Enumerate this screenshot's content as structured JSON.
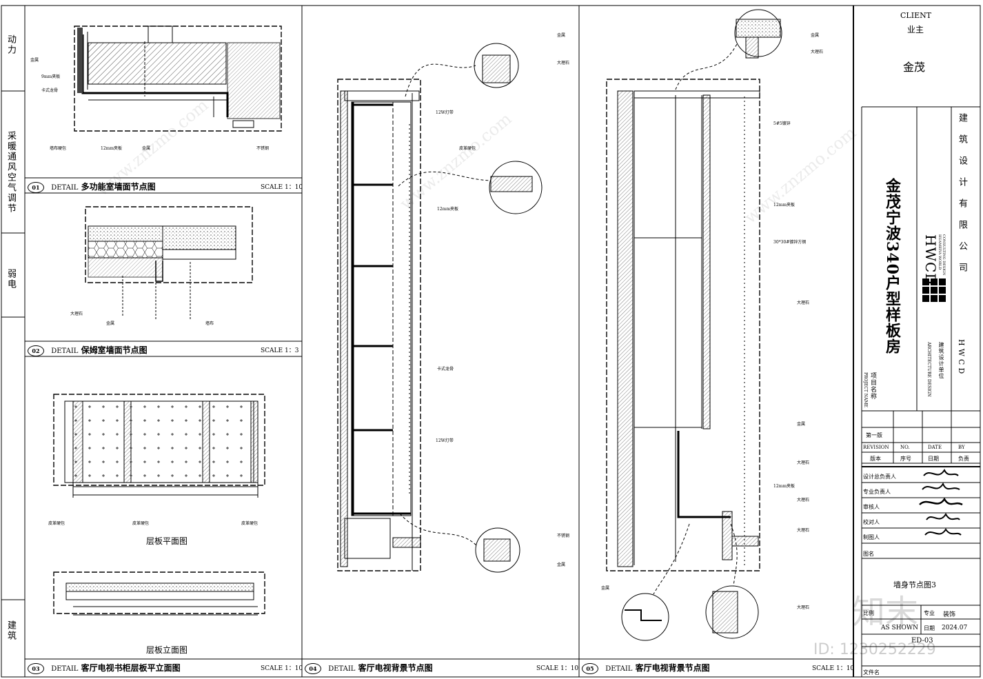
{
  "client": {
    "label_en": "CLIENT",
    "label_cn": "业主",
    "name": "金茂"
  },
  "project": {
    "title": "金茂宁波340户型样板房",
    "name_label_en": "PROJECT NAME",
    "name_label_cn": "项目名称"
  },
  "company": {
    "logo_text": "HWCD",
    "sub1": "HUAMEIYA WORLD",
    "sub2": "CONSULTING DESIGN",
    "vertical_name": "建筑设计有限公司",
    "unit_en": "ARCHITECTURE DESIGN",
    "unit_cn": "建筑设计单位",
    "vertical_brand": "HWCD"
  },
  "revision": {
    "first": "第一版",
    "labels_en": [
      "REVISION",
      "NO.",
      "DATE",
      "BY"
    ],
    "labels_cn": [
      "版本",
      "序号",
      "日期",
      "负责"
    ]
  },
  "signatures": [
    "设计总负责人",
    "专业负责人",
    "审核人",
    "校对人",
    "制图人"
  ],
  "drawing": {
    "name_label": "图名",
    "name": "墙身节点图3",
    "scale_label": "比例",
    "scale_value": "AS SHOWN",
    "category_label": "专业",
    "category_value": "装饰",
    "date_label": "日期",
    "date_value": "2024.07",
    "number": "ED-03",
    "doc_label": "文件名"
  },
  "disciplines": [
    "动力",
    "采暖通风空气调节",
    "弱电",
    "建筑"
  ],
  "details": [
    {
      "num": "01",
      "prefix": "DETAIL",
      "title": "多功能室墙面节点图",
      "scale_label": "SCALE",
      "scale": "1：10"
    },
    {
      "num": "02",
      "prefix": "DETAIL",
      "title": "保姆室墙面节点图",
      "scale_label": "SCALE",
      "scale": "1：3"
    },
    {
      "num": "03",
      "prefix": "DETAIL",
      "title": "客厅电视书柜层板平立面图",
      "scale_label": "SCALE",
      "scale": "1：10"
    },
    {
      "num": "04",
      "prefix": "DETAIL",
      "title": "客厅电视背景节点图",
      "scale_label": "SCALE",
      "scale": "1：10"
    },
    {
      "num": "05",
      "prefix": "DETAIL",
      "title": "客厅电视背景节点图",
      "scale_label": "SCALE",
      "scale": "1：10"
    }
  ],
  "subtitles": {
    "plan": "层板平面图",
    "elevation": "层板立面图"
  },
  "notes": {
    "d1": [
      "金属",
      "9mm夹板",
      "卡式龙骨",
      "墙布硬包",
      "12mm夹板",
      "金属",
      "不锈钢"
    ],
    "d2": [
      "大理石",
      "金属",
      "墙布"
    ],
    "d3": [
      "皮革硬包",
      "皮革硬包",
      "皮革硬包"
    ],
    "d4": [
      "金属",
      "大理石",
      "12W灯带",
      "皮革硬包",
      "12mm夹板",
      "卡式龙骨",
      "12W灯带",
      "不锈钢",
      "金属"
    ],
    "d5": [
      "金属",
      "大理石",
      "5#5镀锌",
      "12mm夹板",
      "30*30#镀锌方钢",
      "大理石",
      "金属",
      "大理石",
      "12mm夹板",
      "大理石",
      "大理石",
      "金属",
      "大理石"
    ]
  },
  "watermark": {
    "site": "www.znzmo.com",
    "brand": "知末",
    "id": "ID: 1230252229"
  }
}
